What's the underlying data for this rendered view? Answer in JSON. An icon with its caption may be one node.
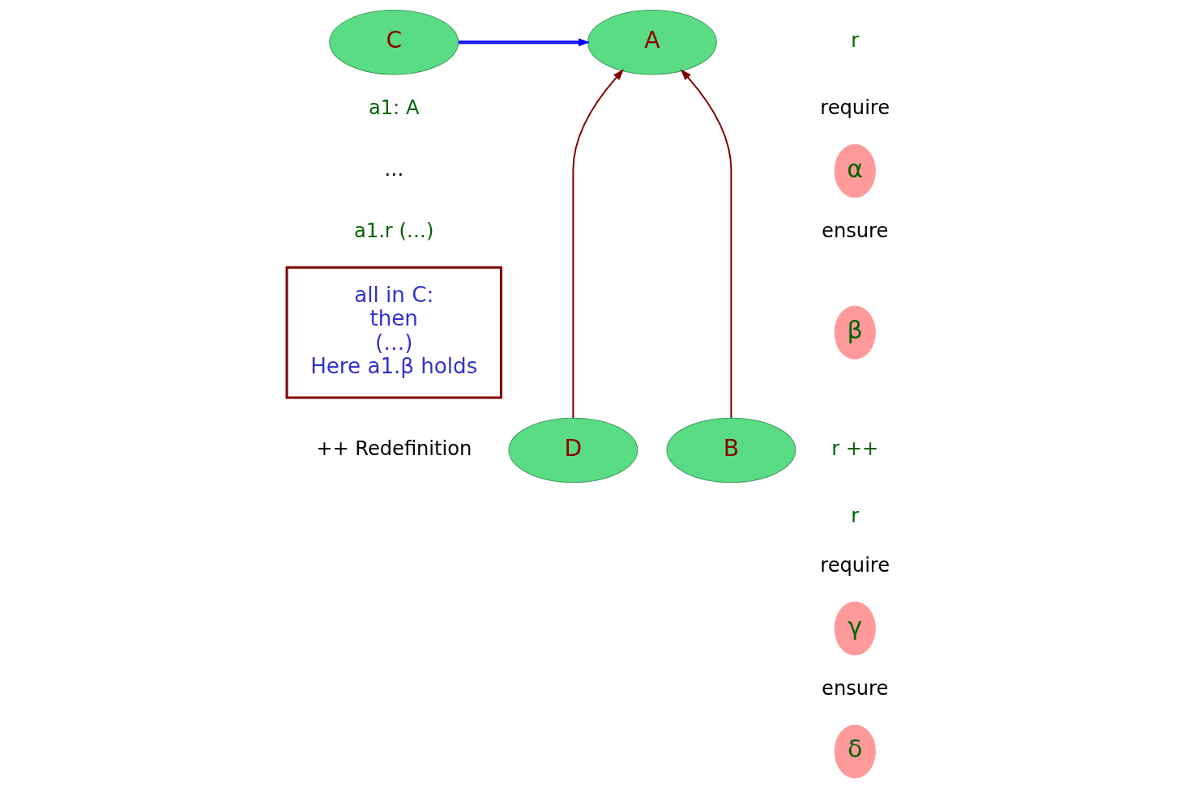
{
  "diagram": {
    "nodes": [
      {
        "text": [
          "C"
        ]
      },
      {
        "text": [
          "A"
        ]
      },
      {
        "text": [
          "D"
        ]
      },
      {
        "text": [
          "B"
        ]
      },
      {
        "text": [
          "all in C:",
          "then",
          "(…)",
          "Here a1.β holds"
        ]
      },
      {
        "text": [
          "α"
        ]
      },
      {
        "text": [
          "β"
        ]
      },
      {
        "text": [
          "γ"
        ]
      },
      {
        "text": [
          "δ"
        ]
      }
    ],
    "edges": [
      {
        "from": 0,
        "to": 1,
        "arrow": "to",
        "color": "#0000ff"
      },
      {
        "from": 2,
        "to": 1,
        "arrow": "to"
      },
      {
        "from": 3,
        "to": 1,
        "arrow": "to"
      }
    ],
    "labels": [
      "a1: A",
      "…",
      "a1.r (…)",
      "r",
      "require",
      "ensure",
      "r ++",
      "r",
      "require",
      "ensure",
      "++ Redefinition"
    ]
  }
}
